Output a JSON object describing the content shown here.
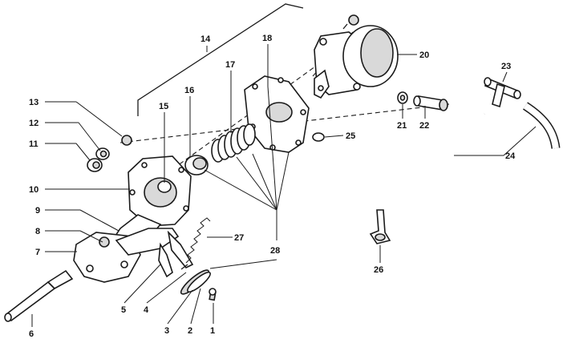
{
  "callouts": {
    "c1": "1",
    "c2": "2",
    "c3": "3",
    "c4": "4",
    "c5": "5",
    "c6": "6",
    "c7": "7",
    "c8": "8",
    "c9": "9",
    "c10": "10",
    "c11": "11",
    "c12": "12",
    "c13": "13",
    "c14": "14",
    "c15": "15",
    "c16": "16",
    "c17": "17",
    "c18": "18",
    "c20": "20",
    "c21": "21",
    "c22": "22",
    "c23": "23",
    "c24": "24",
    "c25": "25",
    "c26": "26",
    "c27": "27",
    "c28": "28"
  },
  "colors": {
    "ink": "#1a1a1a",
    "paper": "#ffffff",
    "shade": "#d9d9d9"
  }
}
